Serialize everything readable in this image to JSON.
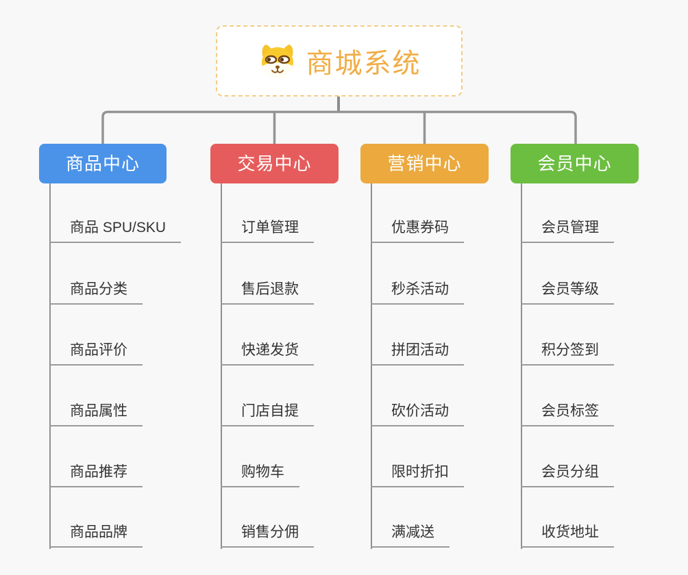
{
  "root": {
    "title": "商城系统",
    "icon": "shiba-dog-icon",
    "title_color": "#f0ad46",
    "border_color": "#f3cc85"
  },
  "colors": {
    "background": "#f8f8f8",
    "connector": "#8f8f8f",
    "item_text": "#333333",
    "branch_0": "#4b93e8",
    "branch_1": "#e65c5c",
    "branch_2": "#eba93e",
    "branch_3": "#6cbe41"
  },
  "branches": [
    {
      "label": "商品中心",
      "color": "#4b93e8",
      "items": [
        "商品 SPU/SKU",
        "商品分类",
        "商品评价",
        "商品属性",
        "商品推荐",
        "商品品牌"
      ]
    },
    {
      "label": "交易中心",
      "color": "#e65c5c",
      "items": [
        "订单管理",
        "售后退款",
        "快递发货",
        "门店自提",
        "购物车",
        "销售分佣"
      ]
    },
    {
      "label": "营销中心",
      "color": "#eba93e",
      "items": [
        "优惠券码",
        "秒杀活动",
        "拼团活动",
        "砍价活动",
        "限时折扣",
        "满减送"
      ]
    },
    {
      "label": "会员中心",
      "color": "#6cbe41",
      "items": [
        "会员管理",
        "会员等级",
        "积分签到",
        "会员标签",
        "会员分组",
        "收货地址"
      ]
    }
  ]
}
